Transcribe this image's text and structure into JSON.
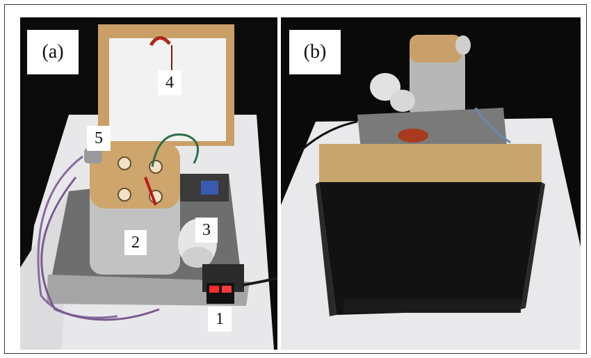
{
  "figure": {
    "panels": [
      {
        "tag": "(a)",
        "description_icon": "photo-open-device",
        "callouts": [
          "1",
          "2",
          "3",
          "4",
          "5"
        ]
      },
      {
        "tag": "(b)",
        "description_icon": "photo-back-view",
        "callouts": []
      }
    ]
  },
  "colors": {
    "background": "#0b0b0b",
    "cloth": "#e9e9ea",
    "wood": "#c9a06a",
    "tank": "#b8b8b8",
    "sheet": "#8a8a8a",
    "cable": "#8a6aa0",
    "display_red": "#ff2a2a"
  }
}
